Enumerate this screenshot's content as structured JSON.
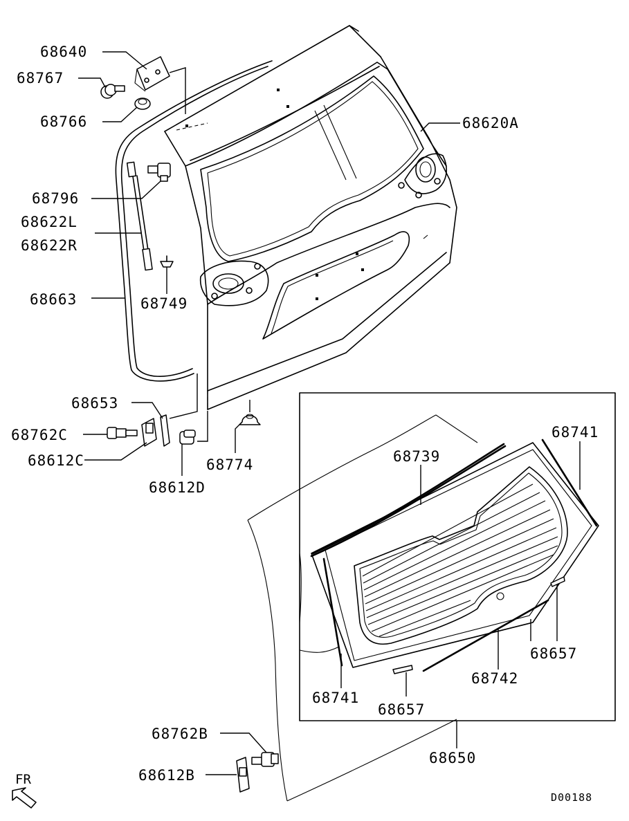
{
  "diagram": {
    "labels": {
      "p68640": "68640",
      "p68767": "68767",
      "p68766": "68766",
      "p68620A": "68620A",
      "p68796": "68796",
      "p68622L": "68622L",
      "p68622R": "68622R",
      "p68663": "68663",
      "p68749": "68749",
      "p68653": "68653",
      "p68762C": "68762C",
      "p68612C": "68612C",
      "p68612D": "68612D",
      "p68774": "68774",
      "p68739": "68739",
      "p68741_top": "68741",
      "p68741_bottom": "68741",
      "p68657_right": "68657",
      "p68657_bottom": "68657",
      "p68742": "68742",
      "p68650": "68650",
      "p68762B": "68762B",
      "p68612B": "68612B"
    },
    "direction_label": "FR",
    "diagram_code": "D00188"
  }
}
